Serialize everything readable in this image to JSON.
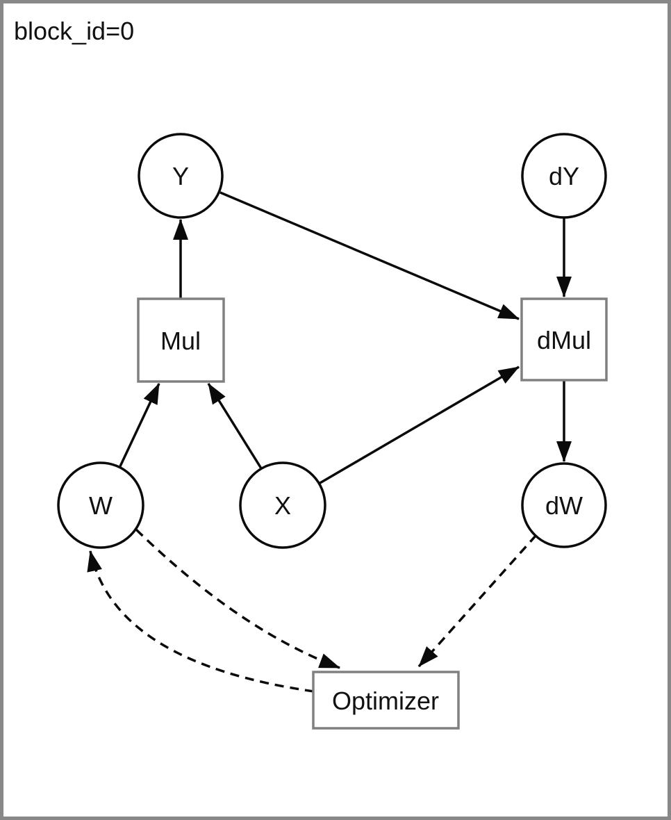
{
  "diagram": {
    "title": "block_id=0",
    "colors": {
      "background": "#ffffff",
      "frame_border": "#888888",
      "variable_node_stroke": "#0a0a0a",
      "op_node_stroke": "#808080",
      "edge": "#0a0a0a",
      "text": "#111111"
    },
    "nodes": [
      {
        "id": "Y",
        "label": "Y",
        "shape": "circle",
        "role": "variable"
      },
      {
        "id": "dY",
        "label": "dY",
        "shape": "circle",
        "role": "variable"
      },
      {
        "id": "Mul",
        "label": "Mul",
        "shape": "rect",
        "role": "operation"
      },
      {
        "id": "dMul",
        "label": "dMul",
        "shape": "rect",
        "role": "operation"
      },
      {
        "id": "W",
        "label": "W",
        "shape": "circle",
        "role": "variable"
      },
      {
        "id": "X",
        "label": "X",
        "shape": "circle",
        "role": "variable"
      },
      {
        "id": "dW",
        "label": "dW",
        "shape": "circle",
        "role": "variable"
      },
      {
        "id": "Optimizer",
        "label": "Optimizer",
        "shape": "rect",
        "role": "operation"
      }
    ],
    "edges": [
      {
        "from": "Mul",
        "to": "Y",
        "style": "solid"
      },
      {
        "from": "Y",
        "to": "dMul",
        "style": "solid"
      },
      {
        "from": "dY",
        "to": "dMul",
        "style": "solid"
      },
      {
        "from": "W",
        "to": "Mul",
        "style": "solid"
      },
      {
        "from": "X",
        "to": "Mul",
        "style": "solid"
      },
      {
        "from": "X",
        "to": "dMul",
        "style": "solid"
      },
      {
        "from": "dMul",
        "to": "dW",
        "style": "solid"
      },
      {
        "from": "W",
        "to": "Optimizer",
        "style": "dashed"
      },
      {
        "from": "dW",
        "to": "Optimizer",
        "style": "dashed"
      },
      {
        "from": "Optimizer",
        "to": "W",
        "style": "dashed",
        "curved": true
      }
    ]
  }
}
